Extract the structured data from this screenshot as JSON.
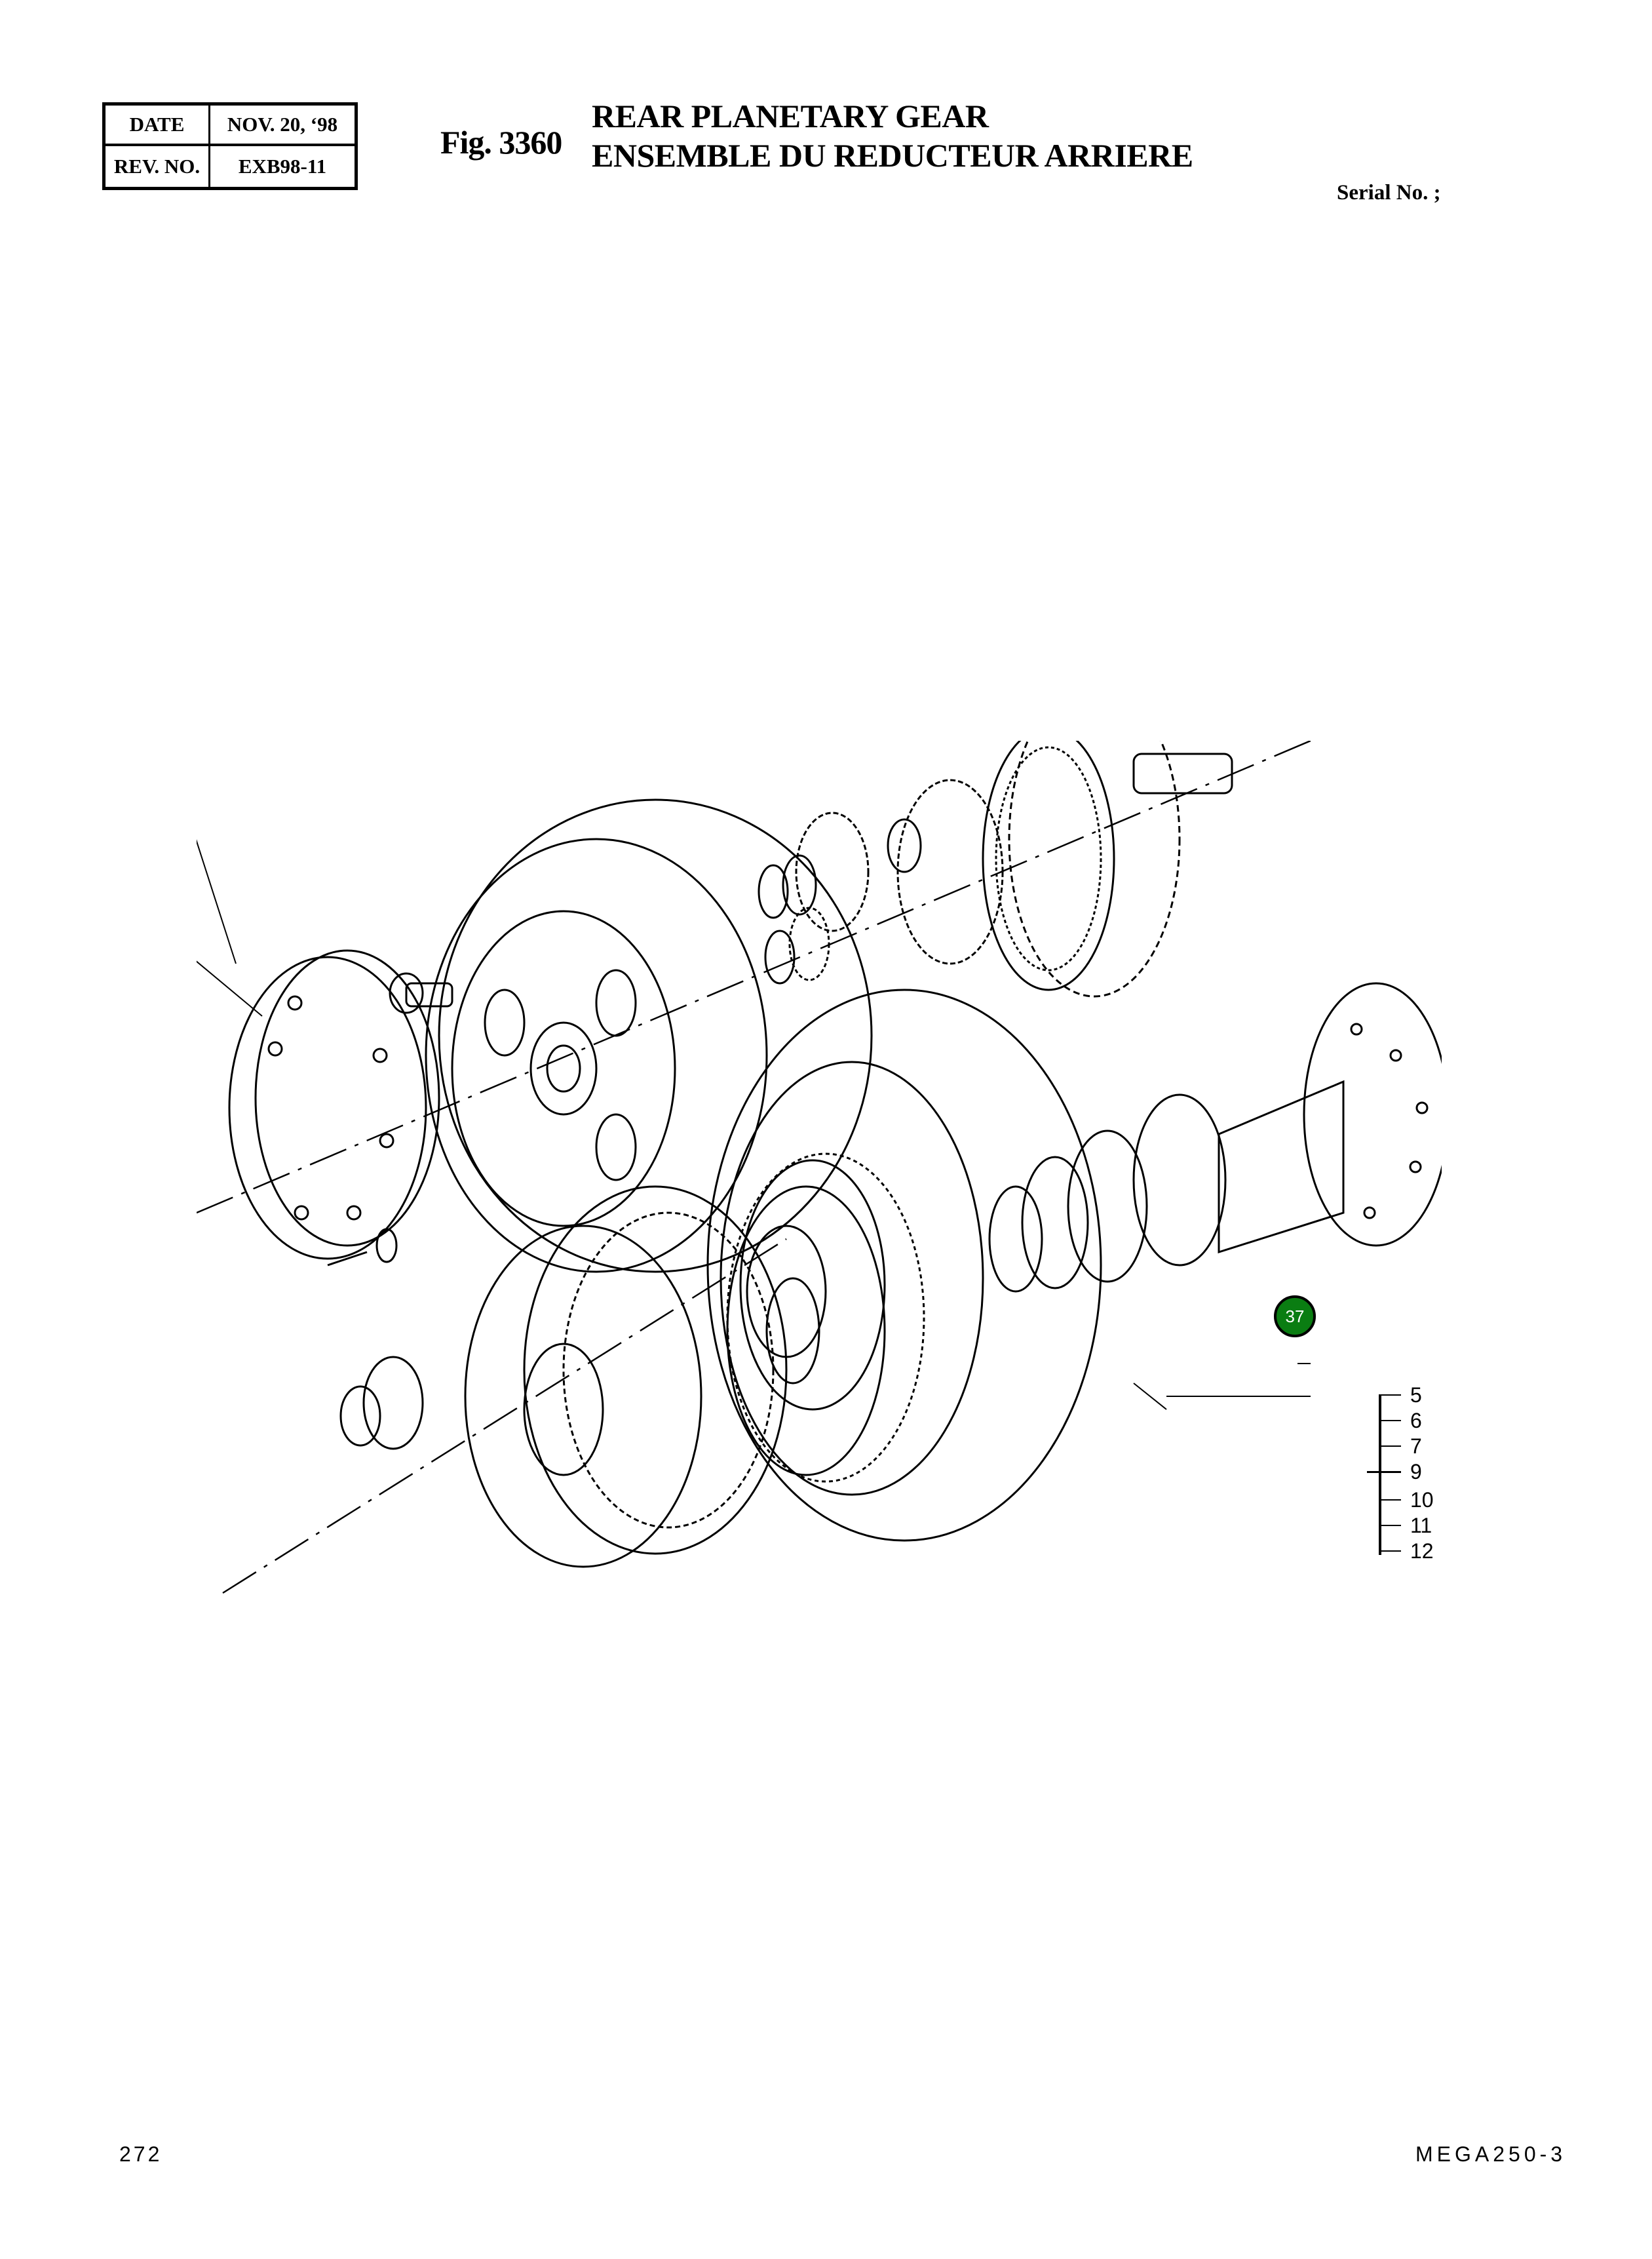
{
  "header_table": {
    "date_label": "DATE",
    "date_value": "NOV. 20, ‘98",
    "rev_label": "REV. NO.",
    "rev_value": "EXB98-11"
  },
  "title": {
    "fig_number": "Fig. 3360",
    "title_en": "REAR PLANETARY GEAR",
    "title_fr": "ENSEMBLE DU REDUCTEUR ARRIERE",
    "serial": "Serial No. ;"
  },
  "diagram": {
    "description": "Exploded view of rear planetary gear assembly",
    "highlighted_callout": {
      "label": "37",
      "color": "#0a7d12"
    }
  },
  "legend": {
    "items": [
      "5",
      "6",
      "7",
      "9",
      "10",
      "11",
      "12"
    ],
    "emphasized": "9"
  },
  "footer": {
    "page_number": "272",
    "doc_code": "MEGA250-3"
  }
}
